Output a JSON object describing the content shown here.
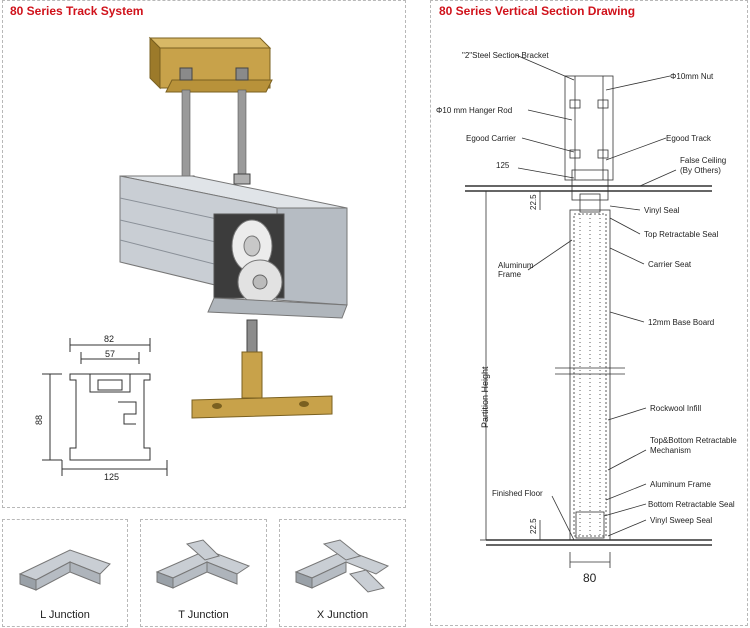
{
  "left_title": "80 Series Track System",
  "right_title": "80 Series Vertical Section Drawing",
  "profile_dims": {
    "width_outer": "82",
    "width_inner": "57",
    "height": "88",
    "base": "125"
  },
  "junctions": [
    "L Junction",
    "T Junction",
    "X Junction"
  ],
  "section": {
    "labels": {
      "bracket": "\"2\"Steel Section Bracket",
      "nut": "Φ10mm Nut",
      "hanger": "Φ10 mm Hanger Rod",
      "carrier": "Egood Carrier",
      "track": "Egood Track",
      "dim125": "125",
      "ceiling1": "False Ceiling",
      "ceiling2": "(By Others)",
      "dim_top": "22.5",
      "vinyl": "Vinyl Seal",
      "top_seal": "Top Retractable Seal",
      "alu1": "Aluminum",
      "alu2": "Frame",
      "carrier_seat": "Carrier Seat",
      "base_board": "12mm Base Board",
      "height": "Partition Height",
      "rockwool": "Rockwool Infill",
      "mech1": "Top&Bottom Retractable",
      "mech2": "Mechanism",
      "alu_frame": "Aluminum Frame",
      "floor": "Finished Floor",
      "bottom_seal": "Bottom Retractable Seal",
      "sweep": "Vinyl Sweep Seal",
      "dim_bottom": "22.5",
      "width": "80"
    }
  },
  "colors": {
    "title": "#d0121b",
    "aluminum": "#c9ced4",
    "steel": "#c8a24a",
    "roller": "#e8e8e8"
  }
}
